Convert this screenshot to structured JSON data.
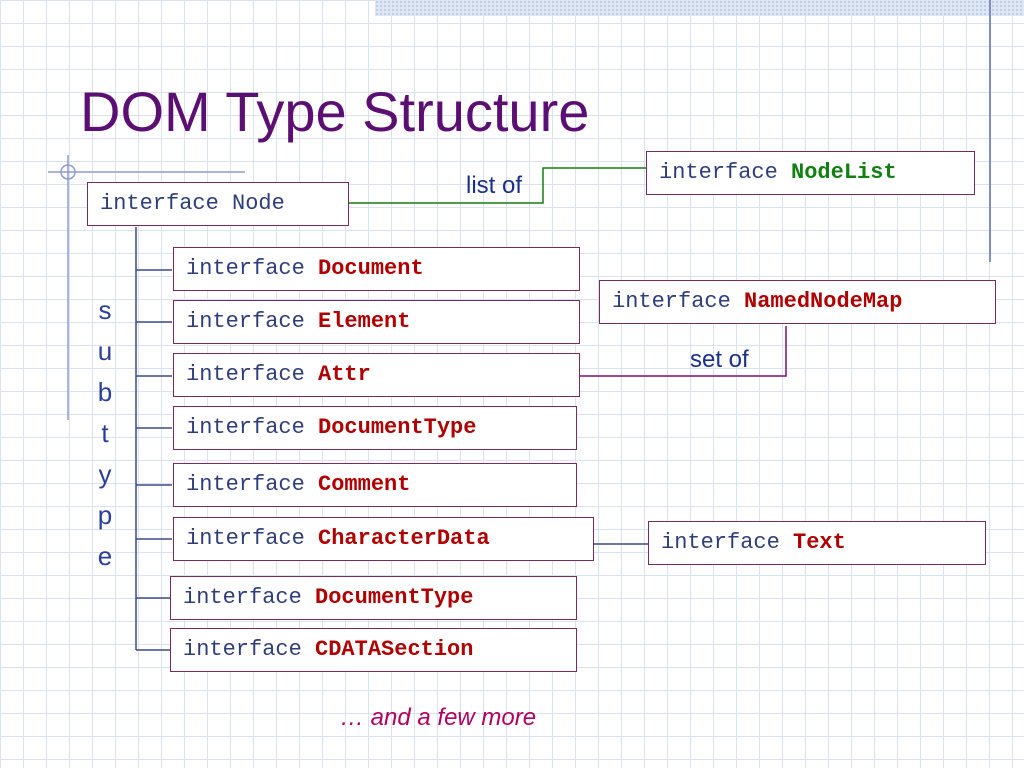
{
  "title": "DOM Type Structure",
  "keyword": "interface",
  "root": {
    "keyword": "interface",
    "name": "Node"
  },
  "nodelist": {
    "name": "NodeList",
    "relation": "list of"
  },
  "namednodemap": {
    "name": "NamedNodeMap",
    "relation": "set of"
  },
  "text_interface": {
    "name": "Text"
  },
  "subtypes": [
    {
      "name": "Document"
    },
    {
      "name": "Element"
    },
    {
      "name": "Attr"
    },
    {
      "name": "DocumentType"
    },
    {
      "name": "Comment"
    },
    {
      "name": "CharacterData"
    },
    {
      "name": "DocumentType"
    },
    {
      "name": "CDATASection"
    }
  ],
  "subtype_letters": [
    "s",
    "u",
    "b",
    "t",
    "y",
    "p",
    "e"
  ],
  "footer": "… and a few more",
  "colors": {
    "title": "#5c0f73",
    "subtype_name": "#b00000",
    "nodelist_name": "#108010",
    "keyword_text": "#2f3e7a",
    "box_border": "#7a2b5e",
    "list_connector": "#108010",
    "set_connector": "#7a1070",
    "footer": "#b00060"
  }
}
